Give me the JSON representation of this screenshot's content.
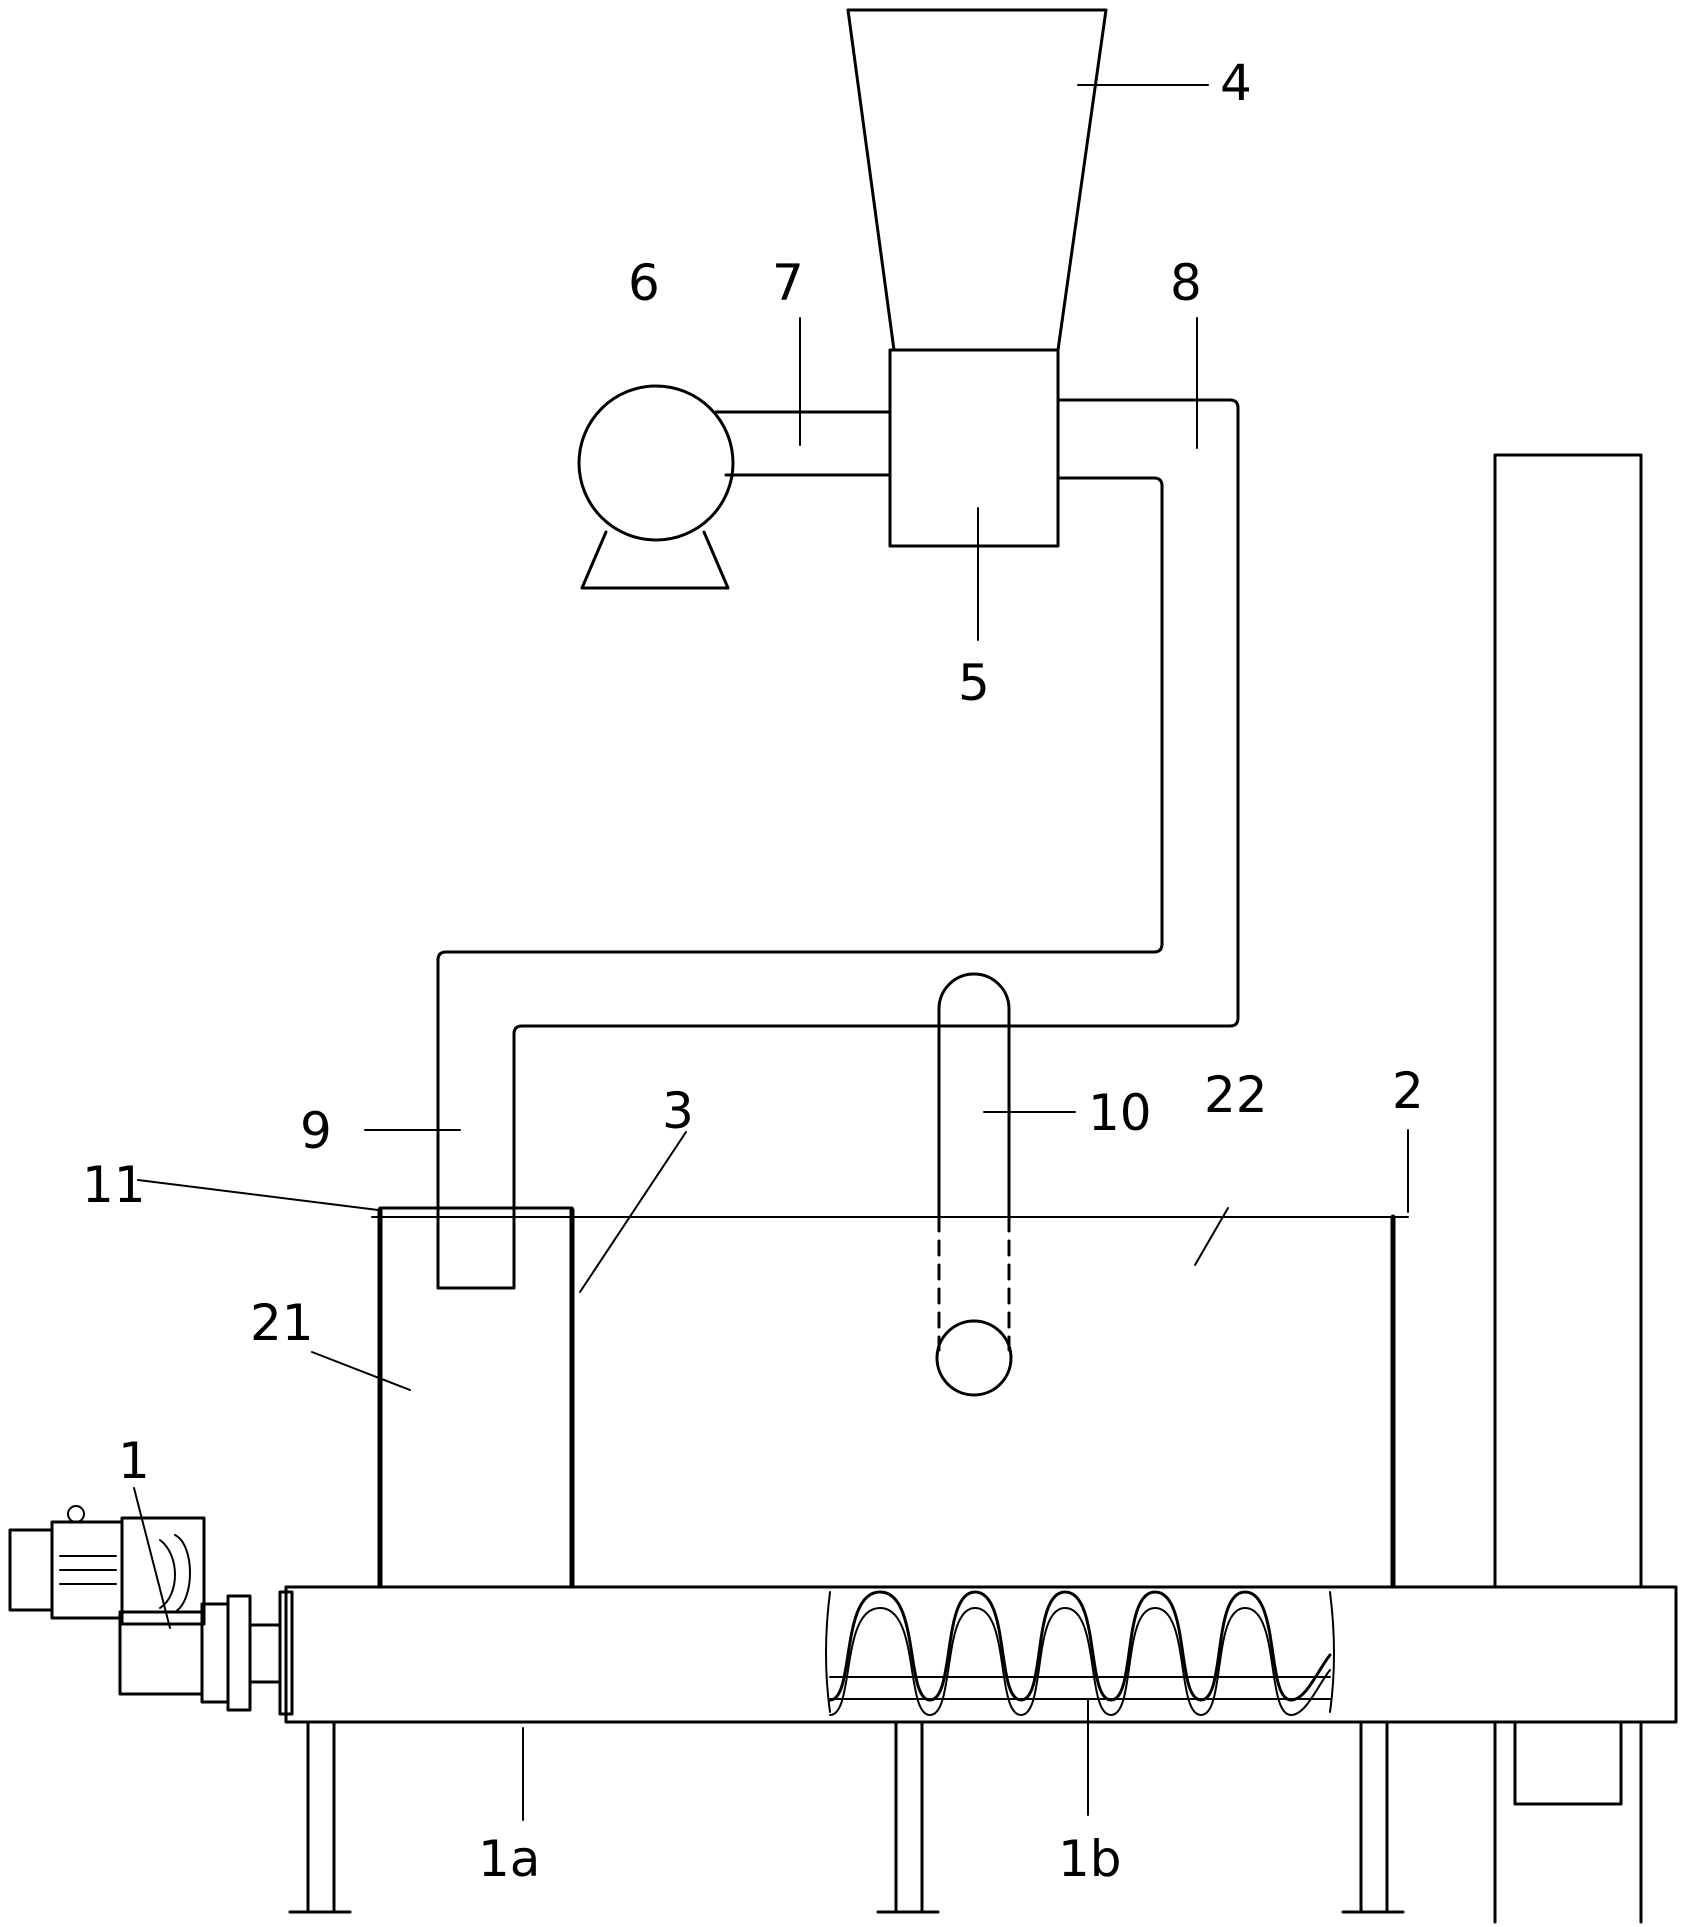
{
  "labels": {
    "l4": "4",
    "l6": "6",
    "l7": "7",
    "l8": "8",
    "l5": "5",
    "l9": "9",
    "l3": "3",
    "l10": "10",
    "l22": "22",
    "l2": "2",
    "l11": "11",
    "l21": "21",
    "l1": "1",
    "l1a": "1a",
    "l1b": "1b"
  }
}
